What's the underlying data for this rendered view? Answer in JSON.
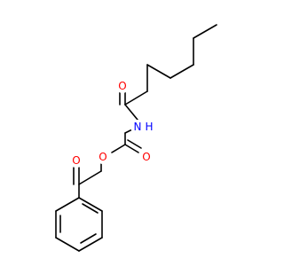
{
  "molecule": {
    "atoms": {
      "amide_oxygen": "O",
      "amide_nitrogen": "N",
      "amide_hydrogen": "H",
      "ester_carbonyl_oxygen": "O",
      "ester_oxygen": "O",
      "ketone_oxygen": "O"
    },
    "colors": {
      "bond": "#000000",
      "oxygen": "#ff0000",
      "nitrogen": "#0000ff"
    }
  }
}
